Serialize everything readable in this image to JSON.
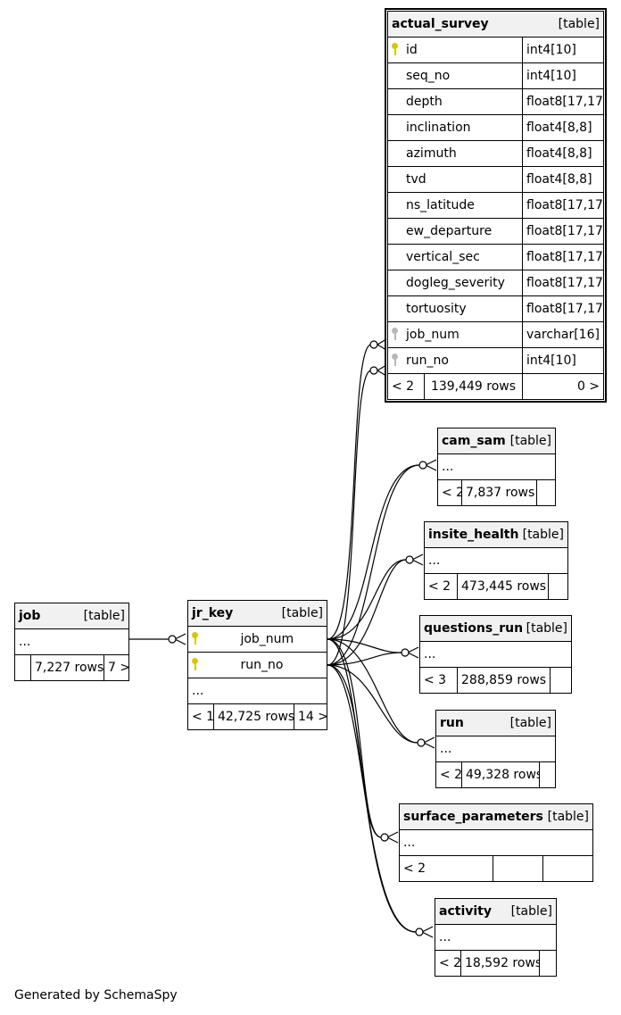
{
  "footer": "Generated by SchemaSpy",
  "type_label": "[table]",
  "actual_survey": {
    "name": "actual_survey",
    "columns": [
      {
        "name": "id",
        "type": "int4[10]"
      },
      {
        "name": "seq_no",
        "type": "int4[10]"
      },
      {
        "name": "depth",
        "type": "float8[17,17]"
      },
      {
        "name": "inclination",
        "type": "float4[8,8]"
      },
      {
        "name": "azimuth",
        "type": "float4[8,8]"
      },
      {
        "name": "tvd",
        "type": "float4[8,8]"
      },
      {
        "name": "ns_latitude",
        "type": "float8[17,17]"
      },
      {
        "name": "ew_departure",
        "type": "float8[17,17]"
      },
      {
        "name": "vertical_sec",
        "type": "float8[17,17]"
      },
      {
        "name": "dogleg_severity",
        "type": "float8[17,17]"
      },
      {
        "name": "tortuosity",
        "type": "float8[17,17]"
      },
      {
        "name": "job_num",
        "type": "varchar[16]"
      },
      {
        "name": "run_no",
        "type": "int4[10]"
      }
    ],
    "parents": "< 2",
    "rows": "139,449 rows",
    "children": "0 >"
  },
  "cam_sam": {
    "name": "cam_sam",
    "ellipsis": "...",
    "parents": "< 2",
    "rows": "7,837 rows",
    "children": ""
  },
  "insite_health": {
    "name": "insite_health",
    "ellipsis": "...",
    "parents": "< 2",
    "rows": "473,445 rows",
    "children": ""
  },
  "questions_run": {
    "name": "questions_run",
    "ellipsis": "...",
    "parents": "< 3",
    "rows": "288,859 rows",
    "children": ""
  },
  "run": {
    "name": "run",
    "ellipsis": "...",
    "parents": "< 2",
    "rows": "49,328 rows",
    "children": ""
  },
  "surface_parameters": {
    "name": "surface_parameters",
    "ellipsis": "...",
    "parents": "< 2",
    "rows": "",
    "children": ""
  },
  "activity": {
    "name": "activity",
    "ellipsis": "...",
    "parents": "< 2",
    "rows": "18,592 rows",
    "children": ""
  },
  "job": {
    "name": "job",
    "ellipsis": "...",
    "parents": "",
    "rows": "7,227 rows",
    "children": "7 >"
  },
  "jr_key": {
    "name": "jr_key",
    "columns": [
      {
        "name": "job_num"
      },
      {
        "name": "run_no"
      }
    ],
    "ellipsis": "...",
    "parents": "< 1",
    "rows": "42,725 rows",
    "children": "14 >"
  }
}
